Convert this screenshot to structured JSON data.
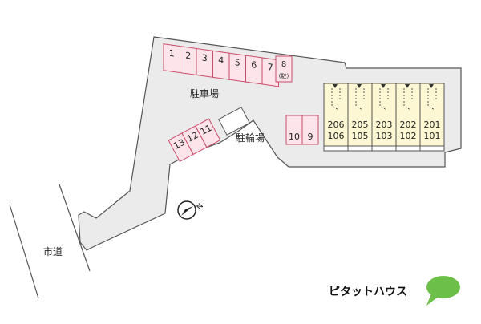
{
  "map": {
    "colors": {
      "lot": "#ebebeb",
      "lot_outline": "#555555",
      "parking_fill": "#fde4ea",
      "parking_stroke": "#c94c6a",
      "building_fill": "#fdf7d3",
      "building_stroke": "#555555",
      "text": "#222222",
      "logo_text": "#111111",
      "logo_green": "#6cc04a"
    },
    "labels": {
      "parking": "駐車場",
      "bicycle_parking": "駐輪場",
      "city_road": "市道"
    },
    "parking_top": [
      "1",
      "2",
      "3",
      "4",
      "5",
      "6",
      "7"
    ],
    "parking_8": {
      "number": "8",
      "note": "(駐)"
    },
    "parking_left": [
      "13",
      "12",
      "11"
    ],
    "parking_right": [
      "10",
      "9"
    ],
    "units": [
      {
        "upper": "206",
        "lower": "106"
      },
      {
        "upper": "205",
        "lower": "105"
      },
      {
        "upper": "203",
        "lower": "103"
      },
      {
        "upper": "202",
        "lower": "102"
      },
      {
        "upper": "201",
        "lower": "101"
      }
    ],
    "compass": {
      "letter": "N",
      "icon": "north-arrow-icon"
    },
    "logo": {
      "text": "ピタットハウス",
      "icon": "speech-bubble-icon"
    }
  }
}
